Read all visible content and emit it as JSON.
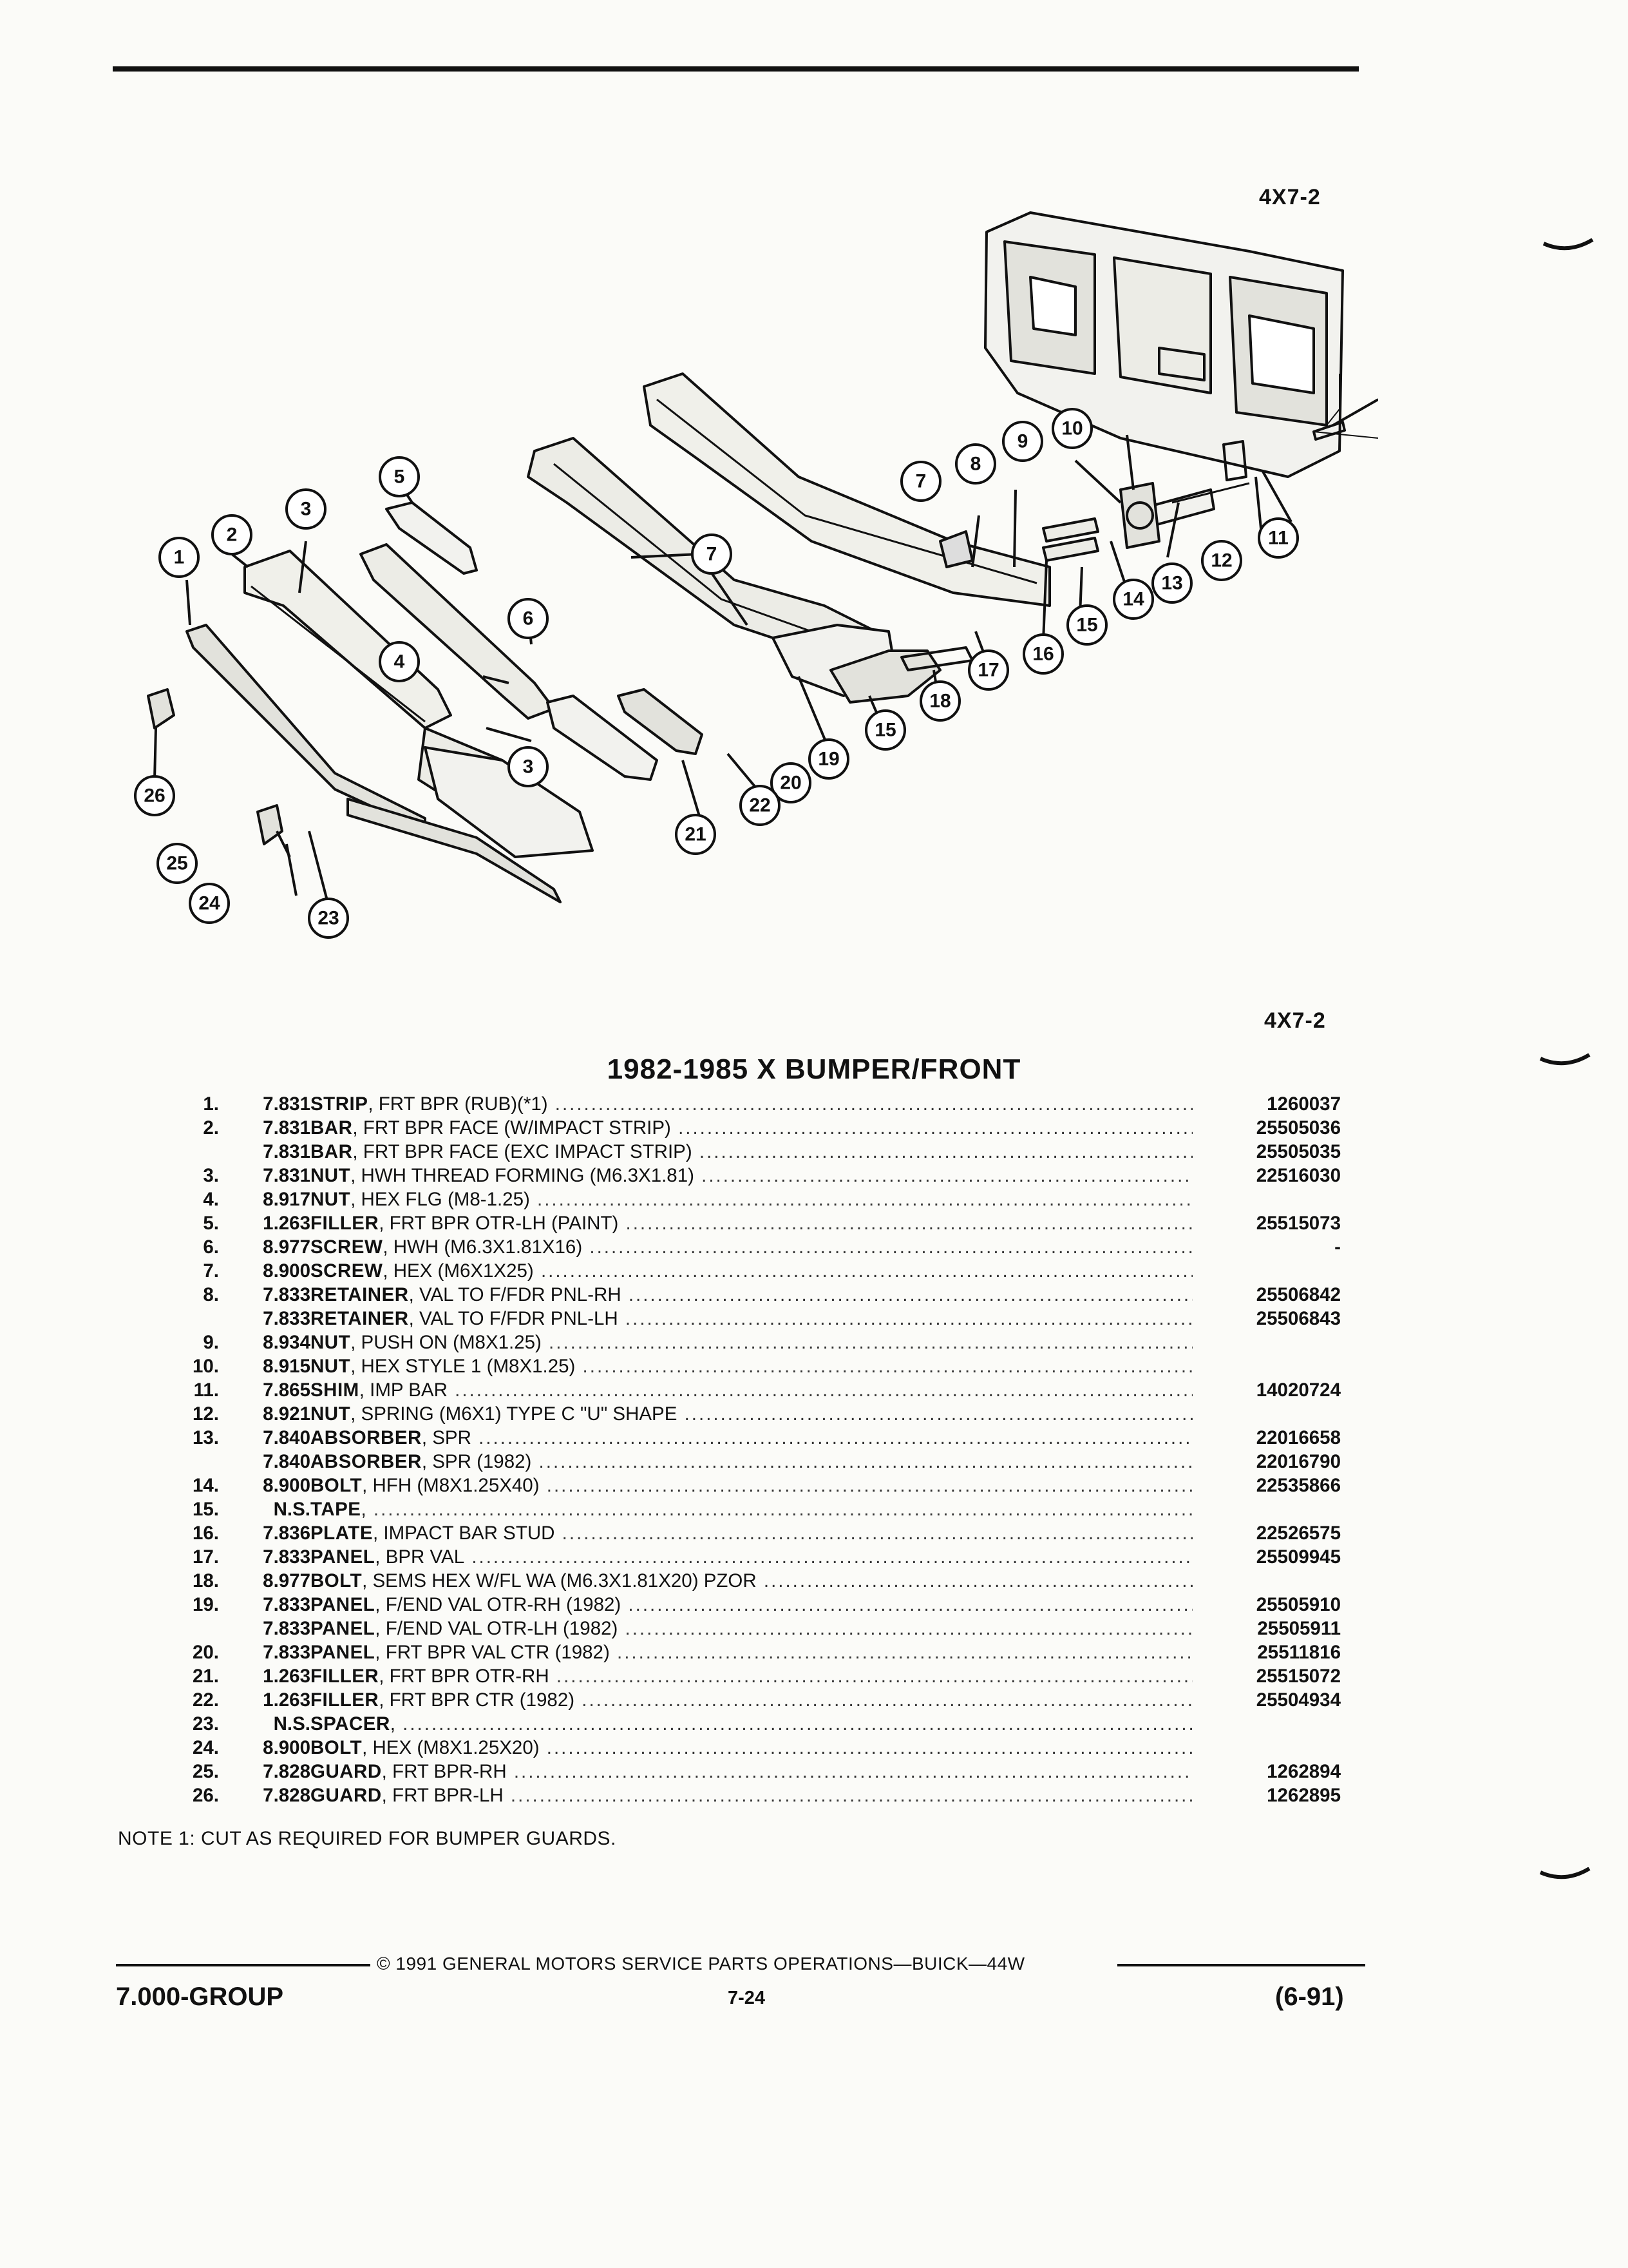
{
  "figure_code_top": "4X7-2",
  "figure_code_bottom": "4X7-2",
  "title": "1982-1985 X BUMPER/FRONT",
  "callouts": [
    "1",
    "2",
    "3",
    "3",
    "4",
    "5",
    "6",
    "7",
    "7",
    "8",
    "9",
    "10",
    "11",
    "12",
    "13",
    "14",
    "15",
    "15",
    "16",
    "17",
    "18",
    "19",
    "20",
    "21",
    "22",
    "23",
    "24",
    "25",
    "26"
  ],
  "parts": [
    {
      "num": "1.",
      "cat": "7.831",
      "name": "STRIP",
      "desc": ", FRT BPR (RUB)(*1)",
      "pn": "1260037"
    },
    {
      "num": "2.",
      "cat": "7.831",
      "name": "BAR",
      "desc": ", FRT BPR FACE (W/IMPACT STRIP)",
      "pn": "25505036"
    },
    {
      "num": "",
      "cat": "7.831",
      "name": "BAR",
      "desc": ", FRT BPR FACE (EXC IMPACT STRIP)",
      "pn": "25505035"
    },
    {
      "num": "3.",
      "cat": "7.831",
      "name": "NUT",
      "desc": ", HWH THREAD FORMING (M6.3X1.81)",
      "pn": "22516030"
    },
    {
      "num": "4.",
      "cat": "8.917",
      "name": "NUT",
      "desc": ", HEX FLG (M8-1.25)",
      "pn": ""
    },
    {
      "num": "5.",
      "cat": "1.263",
      "name": "FILLER",
      "desc": ", FRT BPR OTR-LH (PAINT)",
      "pn": "25515073"
    },
    {
      "num": "6.",
      "cat": "8.977",
      "name": "SCREW",
      "desc": ", HWH (M6.3X1.81X16)",
      "pn": "-"
    },
    {
      "num": "7.",
      "cat": "8.900",
      "name": "SCREW",
      "desc": ", HEX (M6X1X25)",
      "pn": ""
    },
    {
      "num": "8.",
      "cat": "7.833",
      "name": "RETAINER",
      "desc": ", VAL TO F/FDR PNL-RH",
      "pn": "25506842"
    },
    {
      "num": "",
      "cat": "7.833",
      "name": "RETAINER",
      "desc": ", VAL TO F/FDR PNL-LH",
      "pn": "25506843"
    },
    {
      "num": "9.",
      "cat": "8.934",
      "name": "NUT",
      "desc": ", PUSH ON (M8X1.25)",
      "pn": ""
    },
    {
      "num": "10.",
      "cat": "8.915",
      "name": "NUT",
      "desc": ", HEX STYLE 1 (M8X1.25)",
      "pn": ""
    },
    {
      "num": "11.",
      "cat": "7.865",
      "name": "SHIM",
      "desc": ", IMP BAR",
      "pn": "14020724"
    },
    {
      "num": "12.",
      "cat": "8.921",
      "name": "NUT",
      "desc": ", SPRING (M6X1) TYPE C \"U\" SHAPE",
      "pn": ""
    },
    {
      "num": "13.",
      "cat": "7.840",
      "name": "ABSORBER",
      "desc": ", SPR",
      "pn": "22016658"
    },
    {
      "num": "",
      "cat": "7.840",
      "name": "ABSORBER",
      "desc": ", SPR (1982)",
      "pn": "22016790"
    },
    {
      "num": "14.",
      "cat": "8.900",
      "name": "BOLT",
      "desc": ", HFH (M8X1.25X40)",
      "pn": "22535866"
    },
    {
      "num": "15.",
      "cat": "N.S.",
      "name": "TAPE",
      "desc": ",",
      "pn": ""
    },
    {
      "num": "16.",
      "cat": "7.836",
      "name": "PLATE",
      "desc": ", IMPACT BAR STUD",
      "pn": "22526575"
    },
    {
      "num": "17.",
      "cat": "7.833",
      "name": "PANEL",
      "desc": ", BPR VAL",
      "pn": "25509945"
    },
    {
      "num": "18.",
      "cat": "8.977",
      "name": "BOLT",
      "desc": ", SEMS HEX W/FL WA (M6.3X1.81X20) PZOR",
      "pn": ""
    },
    {
      "num": "19.",
      "cat": "7.833",
      "name": "PANEL",
      "desc": ", F/END VAL OTR-RH (1982)",
      "pn": "25505910"
    },
    {
      "num": "",
      "cat": "7.833",
      "name": "PANEL",
      "desc": ", F/END VAL OTR-LH (1982)",
      "pn": "25505911"
    },
    {
      "num": "20.",
      "cat": "7.833",
      "name": "PANEL",
      "desc": ", FRT BPR VAL CTR (1982)",
      "pn": "25511816"
    },
    {
      "num": "21.",
      "cat": "1.263",
      "name": "FILLER",
      "desc": ", FRT BPR OTR-RH",
      "pn": "25515072"
    },
    {
      "num": "22.",
      "cat": "1.263",
      "name": "FILLER",
      "desc": ", FRT BPR CTR (1982)",
      "pn": "25504934"
    },
    {
      "num": "23.",
      "cat": "N.S.",
      "name": "SPACER",
      "desc": ",",
      "pn": ""
    },
    {
      "num": "24.",
      "cat": "8.900",
      "name": "BOLT",
      "desc": ", HEX (M8X1.25X20)",
      "pn": ""
    },
    {
      "num": "25.",
      "cat": "7.828",
      "name": "GUARD",
      "desc": ", FRT BPR-RH",
      "pn": "1262894"
    },
    {
      "num": "26.",
      "cat": "7.828",
      "name": "GUARD",
      "desc": ", FRT BPR-LH",
      "pn": "1262895"
    }
  ],
  "note": "NOTE  1:  CUT AS REQUIRED FOR BUMPER GUARDS.",
  "footer": {
    "copyright": "© 1991 GENERAL MOTORS SERVICE PARTS OPERATIONS—BUICK—44W",
    "group": "7.000-GROUP",
    "page": "7-24",
    "date": "(6-91)"
  }
}
